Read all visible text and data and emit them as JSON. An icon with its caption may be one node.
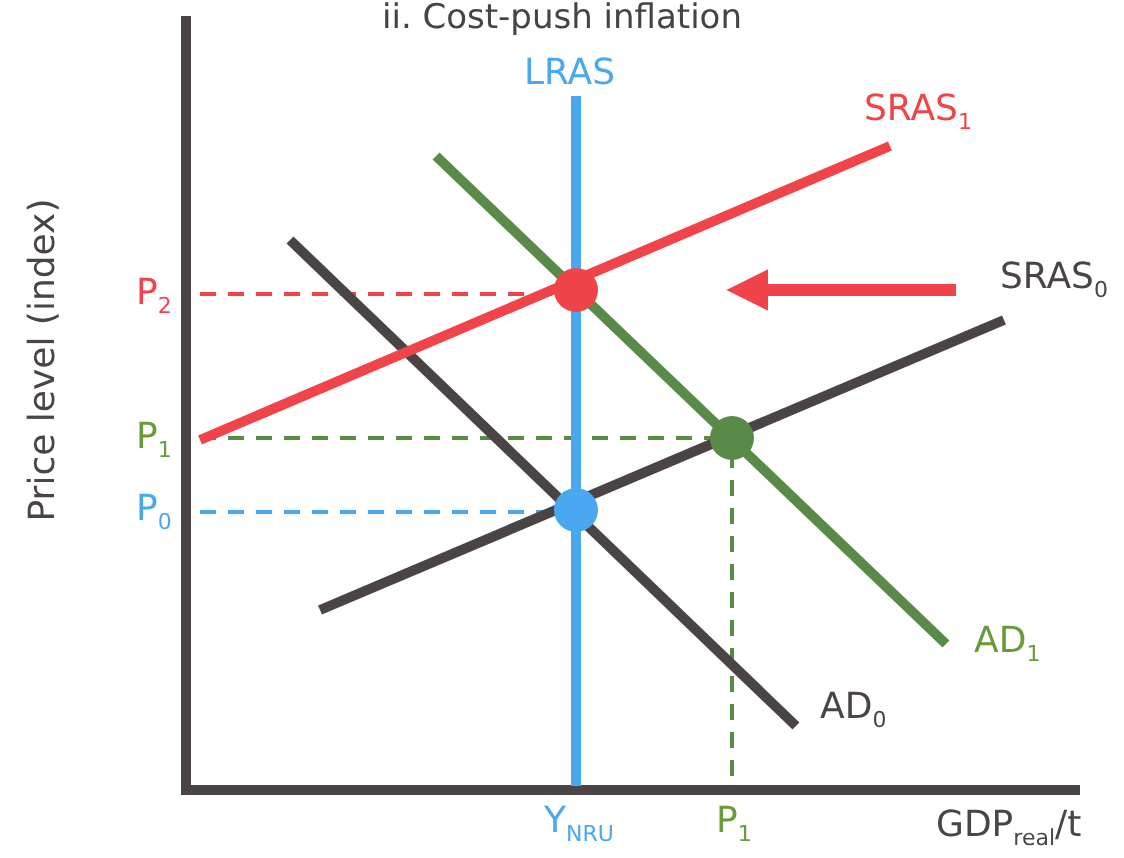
{
  "diagram": {
    "title": "ii. Cost-push inflation",
    "labels": [
      "LRAS",
      "SRAS$_{1}$",
      "SRAS$_{0}$",
      "Price level (index)",
      "P$_{2}$",
      "P$_{1}$",
      "P$_{0}$",
      "AD$_{1}$",
      "AD$_{0}$",
      "Y$_{NRU}$",
      "P$_{1}$",
      "GDP$_{real}$/t"
    ]
  }
}
